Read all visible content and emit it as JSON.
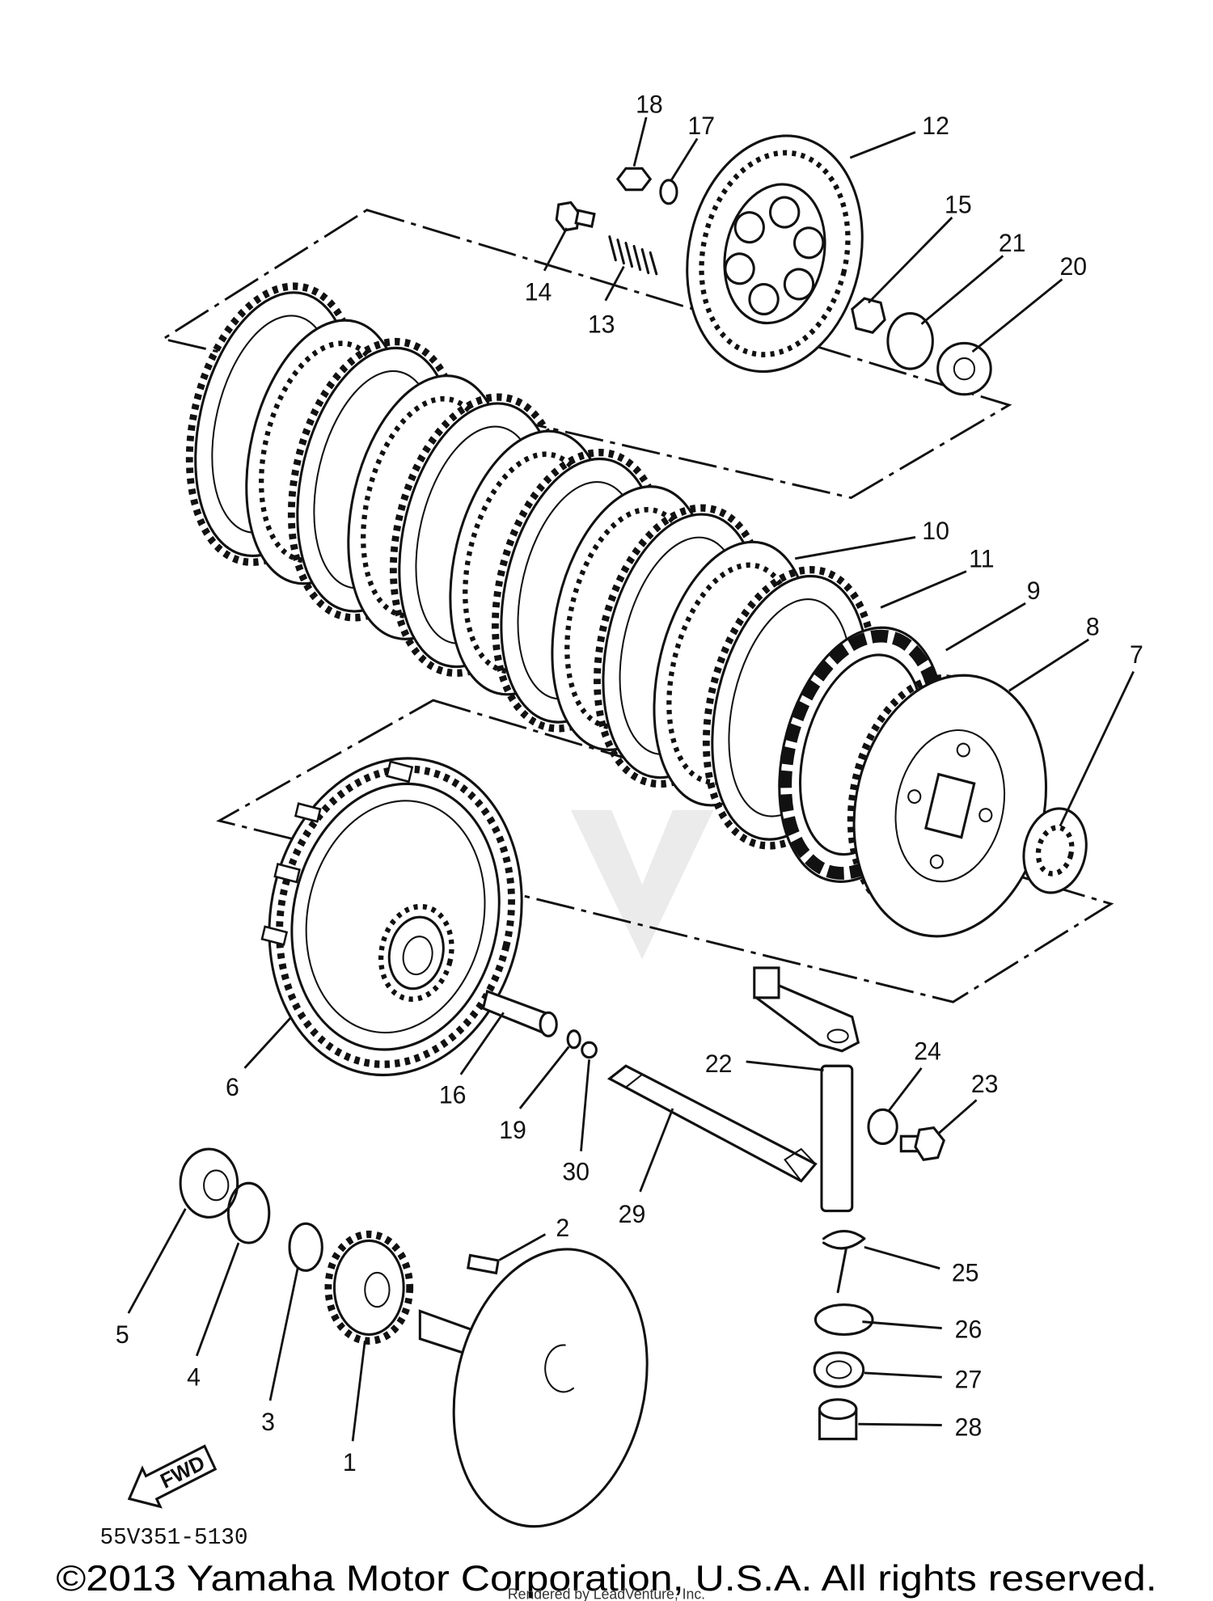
{
  "diagram": {
    "callouts": {
      "p1": "1",
      "p2": "2",
      "p3": "3",
      "p4": "4",
      "p5": "5",
      "p6": "6",
      "p7": "7",
      "p8": "8",
      "p9": "9",
      "p10": "10",
      "p11": "11",
      "p12": "12",
      "p13": "13",
      "p14": "14",
      "p15": "15",
      "p16": "16",
      "p17": "17",
      "p18": "18",
      "p19": "19",
      "p20": "20",
      "p21": "21",
      "p22": "22",
      "p23": "23",
      "p24": "24",
      "p25": "25",
      "p26": "26",
      "p27": "27",
      "p28": "28",
      "p29": "29",
      "p30": "30"
    },
    "fwd_label": "FWD",
    "diagram_code": "55V351-5130"
  },
  "footer": {
    "copyright": "©2013 Yamaha Motor Corporation, U.S.A. All rights reserved.",
    "rendered_by": "Rendered by LeadVenture, Inc."
  }
}
